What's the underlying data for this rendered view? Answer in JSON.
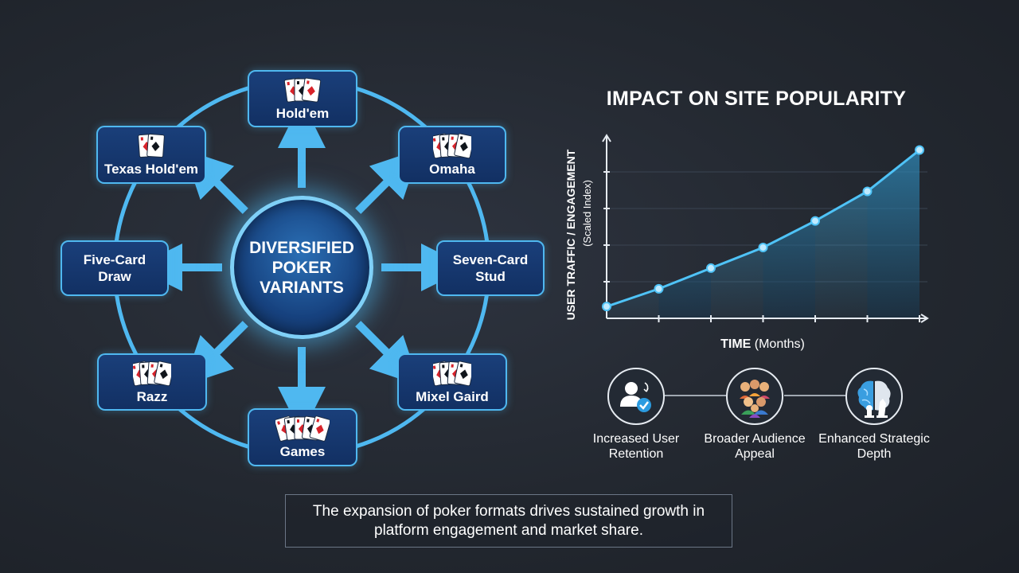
{
  "diagram": {
    "center_label": "DIVERSIFIED POKER VARIANTS",
    "nodes": [
      {
        "label": "Hold'em"
      },
      {
        "label": "Omaha"
      },
      {
        "label": "Seven-Card Stud"
      },
      {
        "label": "Mixel Gaird"
      },
      {
        "label": "Games"
      },
      {
        "label": "Razz"
      },
      {
        "label": "Five-Card Draw"
      },
      {
        "label": "Texas Hold'em"
      }
    ],
    "colors": {
      "accent": "#4fb8f0",
      "node_fill": "#123063",
      "hub_fill": "#17427f"
    }
  },
  "chart": {
    "title": "IMPACT ON SITE POPULARITY",
    "xlabel_bold": "TIME",
    "xlabel_rest": " (Months)",
    "ylabel": "USER TRAFFIC / ENGAGEMENT",
    "ylabel_sub": "(Scaled Index)"
  },
  "chart_data": {
    "type": "area",
    "x": [
      0,
      1,
      2,
      3,
      4,
      5,
      6
    ],
    "values": [
      4,
      10,
      17,
      24,
      33,
      43,
      57
    ],
    "ylim": [
      0,
      62
    ],
    "xlabel": "TIME (Months)",
    "ylabel": "USER TRAFFIC / ENGAGEMENT (Scaled Index)",
    "title": "IMPACT ON SITE POPULARITY",
    "grid": true,
    "color": "#4fc3f7"
  },
  "benefits": [
    {
      "label": "Increased User Retention",
      "icon": "user-check-icon"
    },
    {
      "label": "Broader Audience Appeal",
      "icon": "audience-group-icon"
    },
    {
      "label": "Enhanced Strategic Depth",
      "icon": "brain-chess-icon"
    }
  ],
  "summary": {
    "text": "The expansion of poker formats drives sustained growth in platform engagement and market share."
  }
}
